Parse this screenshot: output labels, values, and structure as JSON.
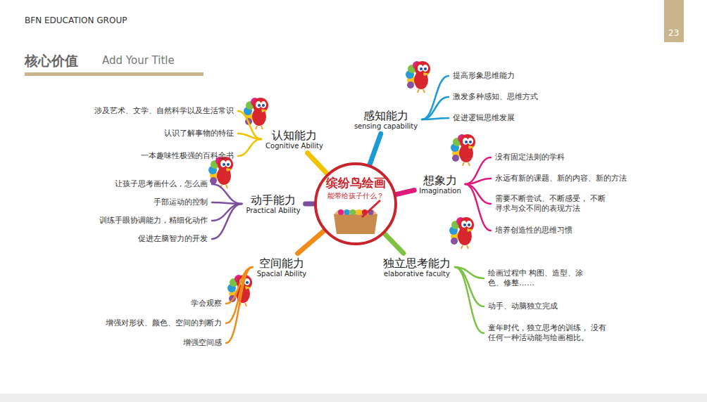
{
  "diagram": {
    "title": "核心价值",
    "nodes": [
      {
        "text": [
          "缤纷鸟绘画",
          "能带给孩子什么？"
        ]
      },
      {
        "text": [
          "认知能力",
          "Cognitive Ability"
        ]
      },
      {
        "text": [
          "涉及艺术、文学、自然科学以及生活常识"
        ]
      },
      {
        "text": [
          "认识了解事物的特征"
        ]
      },
      {
        "text": [
          "一本趣味性极强的百科全书"
        ]
      },
      {
        "text": [
          "动手能力",
          "Practical Ability"
        ]
      },
      {
        "text": [
          "让孩子思考画什么，怎么画"
        ]
      },
      {
        "text": [
          "手部运动的控制"
        ]
      },
      {
        "text": [
          "训练手眼协调能力，精细化动作"
        ]
      },
      {
        "text": [
          "促进左脑智力的开发"
        ]
      },
      {
        "text": [
          "空间能力",
          "Spacial Ability"
        ]
      },
      {
        "text": [
          "学会观察"
        ]
      },
      {
        "text": [
          "增强对形状、颜色、空间的判断力"
        ]
      },
      {
        "text": [
          "增强空间感"
        ]
      },
      {
        "text": [
          "感知能力",
          "sensing capability"
        ]
      },
      {
        "text": [
          "提高形象思维能力"
        ]
      },
      {
        "text": [
          "激发多种感知、思维方式"
        ]
      },
      {
        "text": [
          "促进逻辑思维发展"
        ]
      },
      {
        "text": [
          "想象力",
          "Imagination"
        ]
      },
      {
        "text": [
          "没有固定法则的学科"
        ]
      },
      {
        "text": [
          "永远有新的课题、新的内容、新的方法"
        ]
      },
      {
        "text": [
          "需要不断尝试、不断感受， 不断寻求与众不同的表现方法"
        ]
      },
      {
        "text": [
          "培养创造性的思维习惯"
        ]
      },
      {
        "text": [
          "独立思考能力",
          "elaborative faculty"
        ]
      },
      {
        "text": [
          "绘画过程中 构图、造型、涂色、修整……"
        ]
      },
      {
        "text": [
          "动手、动脑独立完成"
        ]
      },
      {
        "text": [
          "童年时代，独立思考的训练， 没有任何一种活动能与绘画相比。"
        ]
      }
    ],
    "edges": [
      {
        "from": 0,
        "to": 1,
        "arrow": "none"
      },
      {
        "from": 1,
        "to": 2,
        "arrow": "none"
      },
      {
        "from": 1,
        "to": 3,
        "arrow": "none"
      },
      {
        "from": 1,
        "to": 4,
        "arrow": "none"
      },
      {
        "from": 0,
        "to": 5,
        "arrow": "none"
      },
      {
        "from": 5,
        "to": 6,
        "arrow": "none"
      },
      {
        "from": 5,
        "to": 7,
        "arrow": "none"
      },
      {
        "from": 5,
        "to": 8,
        "arrow": "none"
      },
      {
        "from": 5,
        "to": 9,
        "arrow": "none"
      },
      {
        "from": 0,
        "to": 10,
        "arrow": "none"
      },
      {
        "from": 10,
        "to": 11,
        "arrow": "none"
      },
      {
        "from": 10,
        "to": 12,
        "arrow": "none"
      },
      {
        "from": 10,
        "to": 13,
        "arrow": "none"
      },
      {
        "from": 0,
        "to": 14,
        "arrow": "none"
      },
      {
        "from": 14,
        "to": 15,
        "arrow": "none"
      },
      {
        "from": 14,
        "to": 16,
        "arrow": "none"
      },
      {
        "from": 14,
        "to": 17,
        "arrow": "none"
      },
      {
        "from": 0,
        "to": 18,
        "arrow": "none"
      },
      {
        "from": 18,
        "to": 19,
        "arrow": "none"
      },
      {
        "from": 18,
        "to": 20,
        "arrow": "none"
      },
      {
        "from": 18,
        "to": 21,
        "arrow": "none"
      },
      {
        "from": 18,
        "to": 22,
        "arrow": "none"
      },
      {
        "from": 0,
        "to": 23,
        "arrow": "none"
      },
      {
        "from": 23,
        "to": 24,
        "arrow": "none"
      },
      {
        "from": 23,
        "to": 25,
        "arrow": "none"
      },
      {
        "from": 23,
        "to": 26,
        "arrow": "none"
      }
    ],
    "labels": [
      "BFN EDUCATION GROUP",
      "Add Your Title",
      "23"
    ]
  }
}
